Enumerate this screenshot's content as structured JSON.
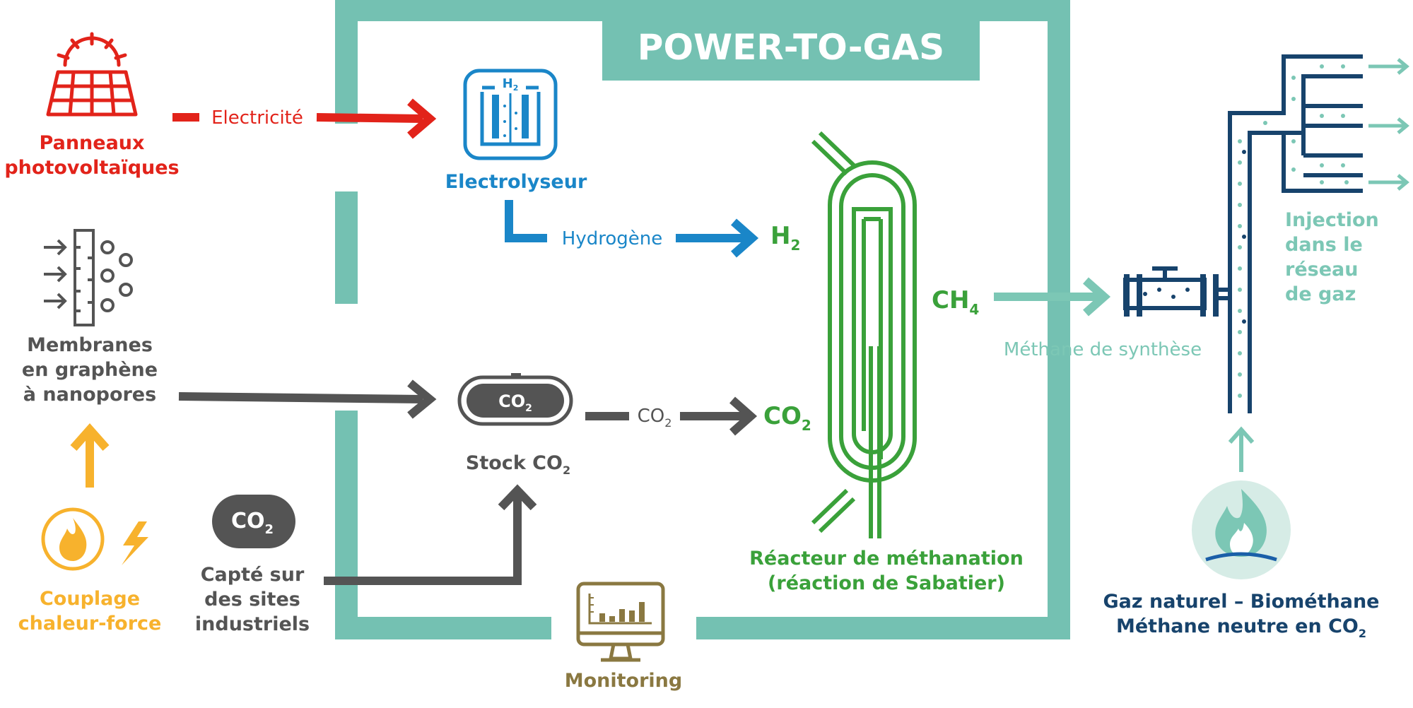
{
  "title": "POWER-TO-GAS",
  "sources": {
    "solar": {
      "line1": "Panneaux",
      "line2": "photovoltaïques"
    },
    "membranes": {
      "line1": "Membranes",
      "line2": "en graphène",
      "line3": "à nanopores"
    },
    "chp": {
      "line1": "Couplage",
      "line2": "chaleur-force"
    },
    "captured": {
      "badge_main": "CO",
      "badge_sub": "2",
      "line1": "Capté sur",
      "line2": "des sites",
      "line3": "industriels"
    }
  },
  "flows": {
    "electricity": "Electricité",
    "hydrogen": "Hydrogène",
    "co2_main": "CO",
    "co2_sub": "2",
    "synthetic_methane": "Méthane de synthèse"
  },
  "components": {
    "electrolyser": {
      "label": "Electrolyseur",
      "icon_main": "H",
      "icon_sub": "2"
    },
    "stock": {
      "badge_main": "CO",
      "badge_sub": "2",
      "label_main": "Stock CO",
      "label_sub": "2"
    },
    "reactor": {
      "line1": "Réacteur de méthanation",
      "line2": "(réaction de Sabatier)"
    },
    "monitoring": {
      "label": "Monitoring"
    }
  },
  "reactor_inputs": {
    "h2_main": "H",
    "h2_sub": "2",
    "co2_main": "CO",
    "co2_sub": "2",
    "ch4_main": "CH",
    "ch4_sub": "4"
  },
  "output": {
    "injection": {
      "line1": "Injection",
      "line2": "dans le",
      "line3": "réseau",
      "line4": "de gaz"
    },
    "gas": {
      "line1": "Gaz naturel – Biométhane",
      "line2_main": "Méthane neutre en CO",
      "line2_sub": "2"
    }
  },
  "colors": {
    "teal_frame": "#74c1b2",
    "red": "#e2231a",
    "blue": "#1a86c8",
    "gray": "#545454",
    "green": "#3aa13a",
    "orange": "#f7b22d",
    "gold": "#8a7841",
    "navy": "#17436c",
    "mint": "#7cc7b5"
  },
  "icons": [
    "solar-panel-icon",
    "membrane-icon",
    "flame-icon",
    "lightning-icon",
    "electrolyser-icon",
    "co2-tank-icon",
    "reactor-icon",
    "monitor-icon",
    "pipe-network-icon",
    "gas-flame-icon"
  ]
}
